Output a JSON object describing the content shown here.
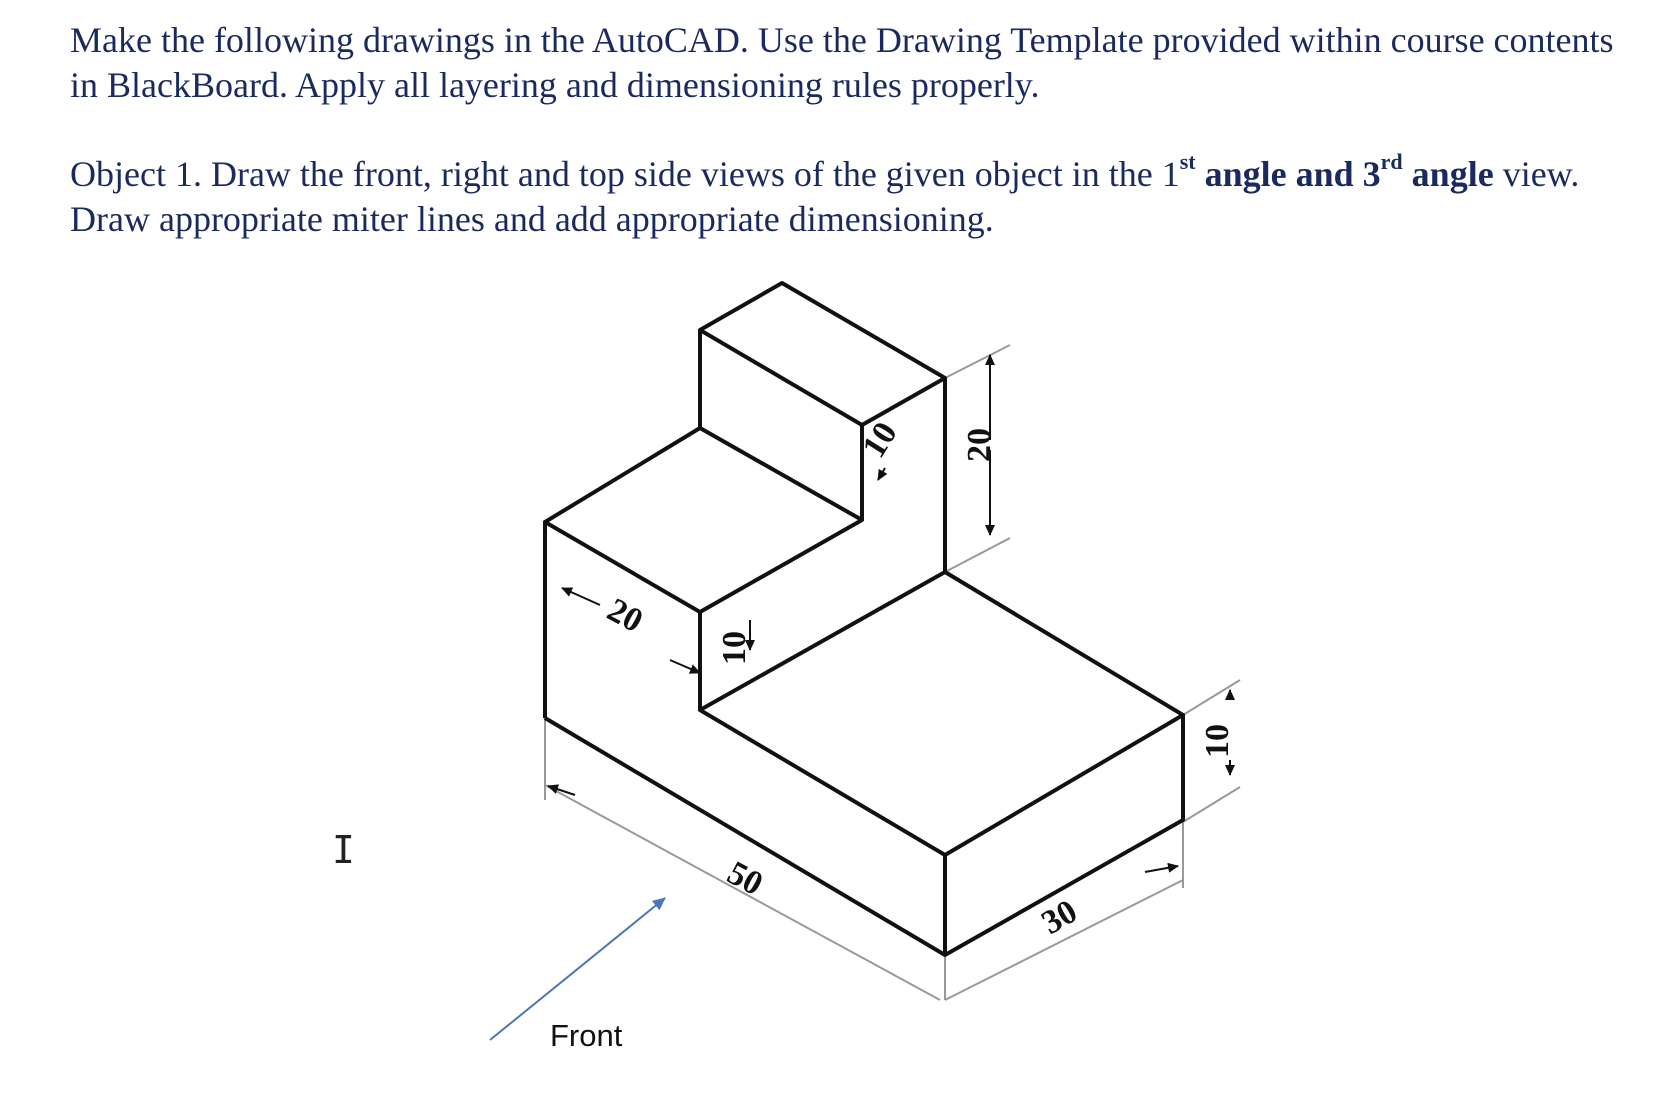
{
  "instructions": {
    "paragraph1": "Make the following drawings in the AutoCAD. Use the Drawing Template provided within course contents in BlackBoard. Apply all layering and dimensioning rules properly.",
    "p2_part1": "Object 1. Draw the front, right and top side views of the given object in the 1",
    "p2_sup1": "st",
    "p2_bold1": " angle and 3",
    "p2_sup2": "rd",
    "p2_bold2": "angle",
    "p2_part2": " view. Draw appropriate miter lines and add appropriate dimensioning."
  },
  "figure": {
    "dimensions": {
      "top_block_depth": "10",
      "top_block_height": "20",
      "upper_step_width": "20",
      "upper_step_height": "10",
      "overall_length": "50",
      "base_width": "30",
      "base_height": "10"
    },
    "front_label": "Front",
    "arrow_color": "#4a78b5"
  },
  "cursor_glyph": "I",
  "colors": {
    "text": "#1a2a5e",
    "lines": "#111111",
    "dim_lines": "#999999"
  }
}
